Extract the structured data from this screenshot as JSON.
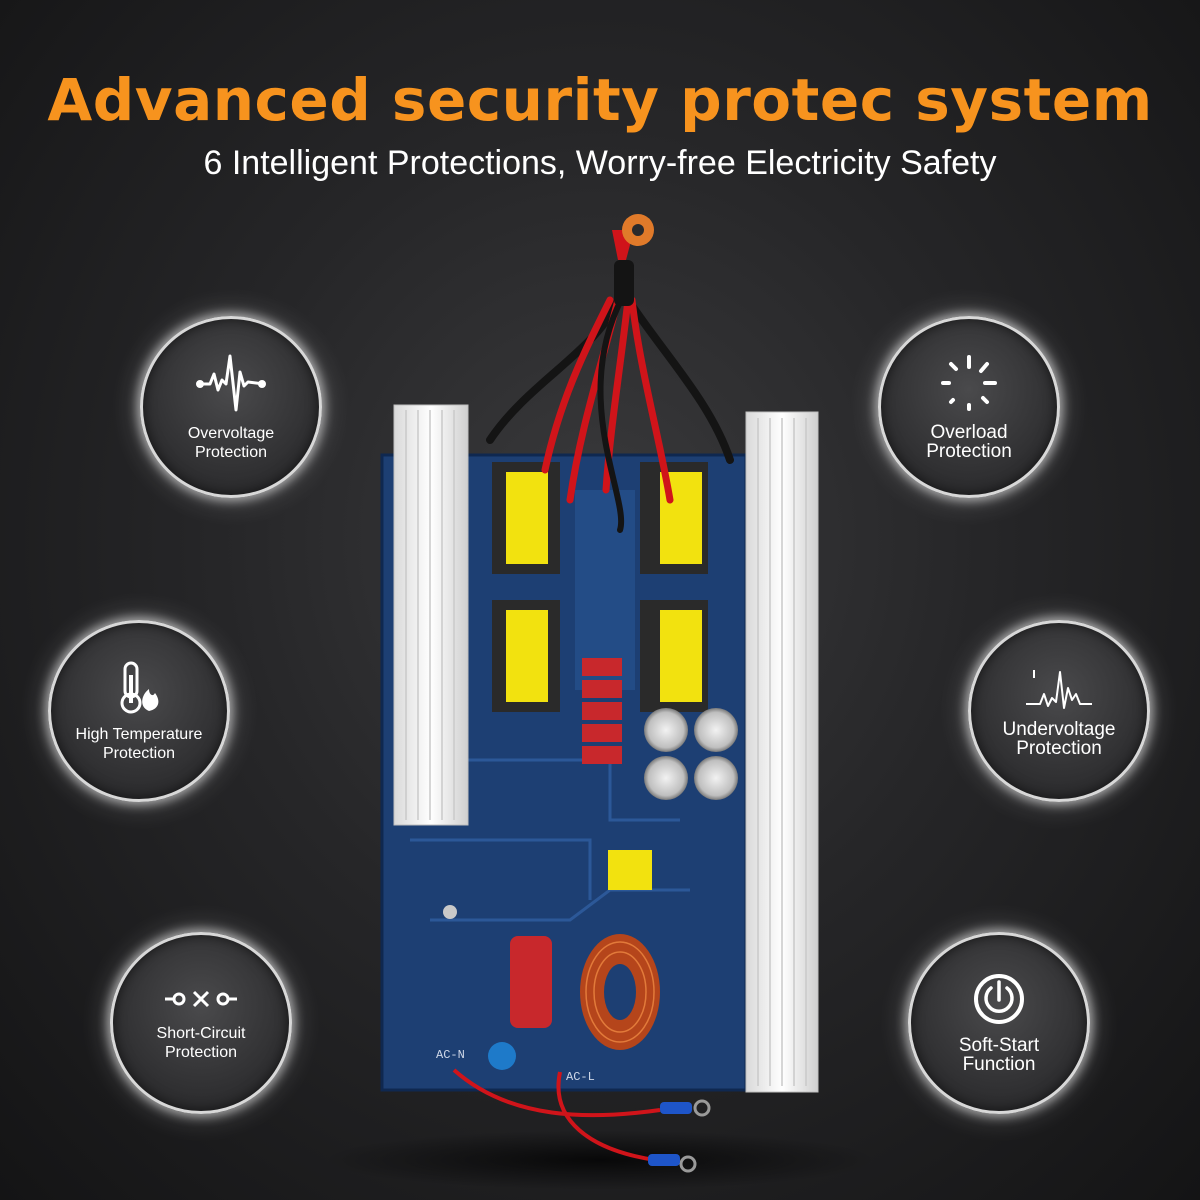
{
  "header": {
    "title": "Advanced security protec system",
    "subtitle": "6 Intelligent Protections, Worry-free Electricity Safety"
  },
  "features": [
    {
      "label": "Overvoltage\nProtection",
      "icon": "heartbeat-wave-icon"
    },
    {
      "label": "Overload\nProtection",
      "icon": "loading-spinner-icon"
    },
    {
      "label": "High Temperature\nProtection",
      "icon": "thermometer-flame-icon"
    },
    {
      "label": "Undervoltage\nProtection",
      "icon": "low-wave-icon"
    },
    {
      "label": "Short-Circuit\nProtection",
      "icon": "broken-circuit-icon"
    },
    {
      "label": "Soft-Start\nFunction",
      "icon": "power-icon"
    }
  ],
  "board": {
    "silkscreen": [
      "AC-N",
      "AC-L"
    ]
  },
  "colors": {
    "accent": "#f7931e",
    "pcb": "#1d3f73",
    "transformer": "#f2e20f",
    "wire_red": "#d0141a"
  }
}
